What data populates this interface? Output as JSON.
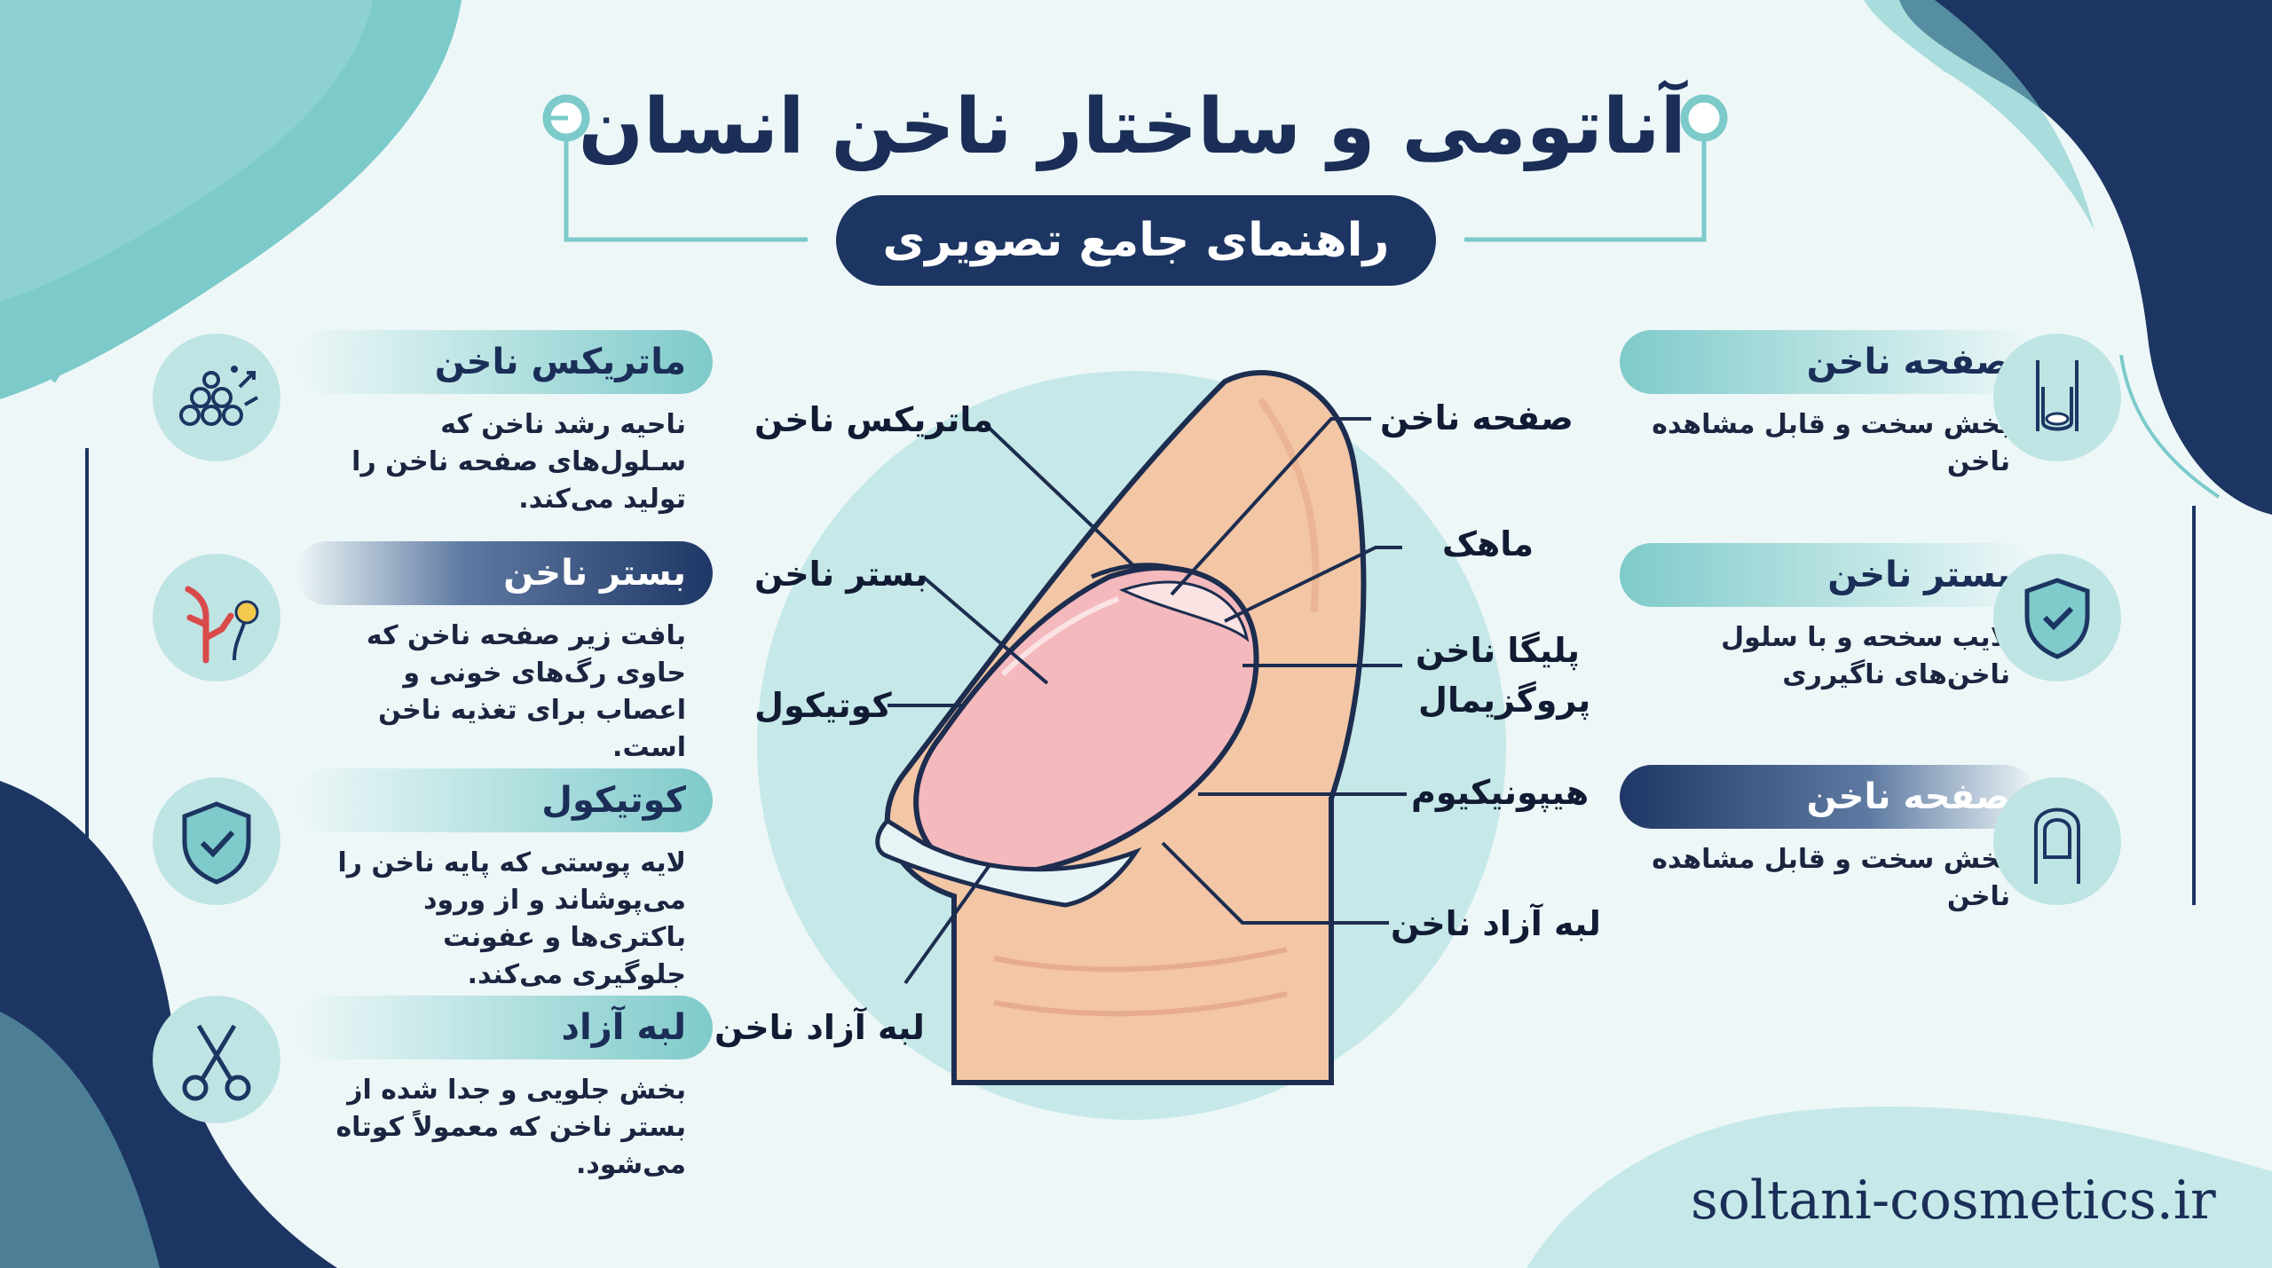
{
  "title": "آناتومی و ساختار ناخن انسان",
  "subtitle": "راهنمای جامع تصویری",
  "left_cards": [
    {
      "heading": "ماتریکس ناخن",
      "description": "ناحیه رشد ناخن که سـلول‌های صفحه ناخن را تولید می‌کند.",
      "icon": "cell-cluster-icon"
    },
    {
      "heading": "بستر ناخن",
      "description": "بافت زیر صفحه ناخن که حاوی رگ‌های خونی و اعصاب برای تغذیه ناخن است.",
      "icon": "blood-vessel-nerve-icon"
    },
    {
      "heading": "کوتیکول",
      "description": "لایه پوستی که پایه ناخن را می‌پوشاند و از ورود باکتری‌ها و عفونت جلوگیری می‌کند.",
      "icon": "shield-check-icon"
    },
    {
      "heading": "لبه آزاد",
      "description": "بخش جلویی و جدا شده از بستر ناخن که معمولاً کوتاه می‌شود.",
      "icon": "scissors-icon"
    }
  ],
  "right_cards": [
    {
      "heading": "صفحه ناخن",
      "description": "بخش سخت و قابل مشاهده ناخن",
      "icon": "finger-nail-icon"
    },
    {
      "heading": "بستر ناخن",
      "description": "لایب سخحه و با سلول ناخن‌های ناگیرری",
      "icon": "shield-badge-icon"
    },
    {
      "heading": "صفحه ناخن",
      "description": "بخش سخت و قابل مشاهده ناخن",
      "icon": "nail-outline-icon"
    }
  ],
  "diagram_labels": {
    "left": [
      "ماتریکس ناخن",
      "بستر ناخن",
      "کوتیکول",
      "لبه آزاد ناخن"
    ],
    "right": [
      "صفحه ناخن",
      "ماهک",
      "پلیگا ناخن",
      "پروگزیمال",
      "هیپونیکیوم",
      "لبه آزاد ناخن"
    ]
  },
  "website": "soltani-cosmetics.ir",
  "colors": {
    "navy": "#1c3562",
    "teal": "#7fcaca",
    "skin": "#f3c6a6",
    "nail": "#f4b9bd"
  }
}
